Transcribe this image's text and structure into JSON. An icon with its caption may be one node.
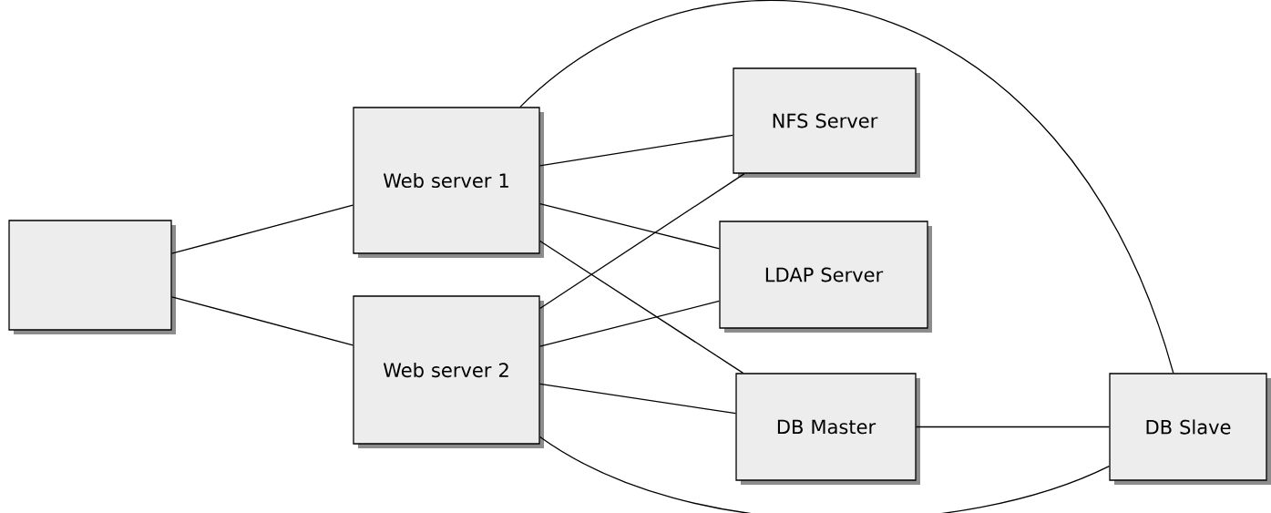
{
  "diagram": {
    "nodes": [
      {
        "text": [],
        "shape": "box"
      },
      {
        "text": [
          "Web server 1"
        ]
      },
      {
        "text": [
          "Web server 2"
        ]
      },
      {
        "text": [
          "NFS Server"
        ]
      },
      {
        "text": [
          "LDAP Server"
        ]
      },
      {
        "text": [
          "DB Master"
        ]
      },
      {
        "text": [
          "DB Slave"
        ]
      }
    ],
    "edges": [
      {
        "from": 0,
        "to": 1,
        "arrow": "none"
      },
      {
        "from": 0,
        "to": 2,
        "arrow": "none"
      },
      {
        "from": 1,
        "to": 3,
        "arrow": "none"
      },
      {
        "from": 1,
        "to": 4,
        "arrow": "none"
      },
      {
        "from": 1,
        "to": 5,
        "arrow": "none"
      },
      {
        "from": 1,
        "to": 6,
        "arrow": "none"
      },
      {
        "from": 2,
        "to": 3,
        "arrow": "none"
      },
      {
        "from": 2,
        "to": 4,
        "arrow": "none"
      },
      {
        "from": 2,
        "to": 5,
        "arrow": "none"
      },
      {
        "from": 2,
        "to": 6,
        "arrow": "none"
      },
      {
        "from": 5,
        "to": 6,
        "arrow": "none"
      }
    ]
  }
}
